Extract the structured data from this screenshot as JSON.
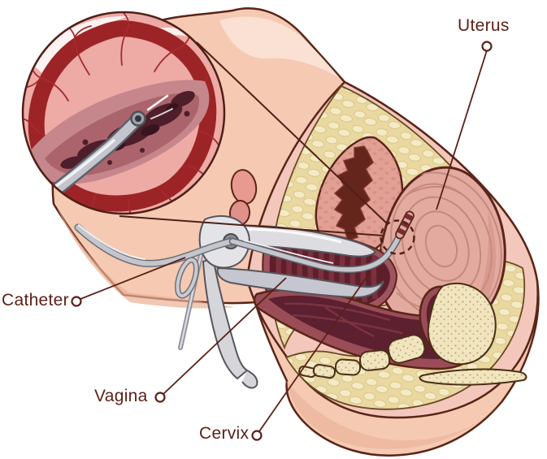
{
  "figure": {
    "type": "medical-illustration"
  },
  "labels": {
    "uterus": "Uterus",
    "catheter": "Catheter",
    "vagina": "Vagina",
    "cervix": "Cervix"
  },
  "colors": {
    "background": "#ffffff",
    "label_text": "#5c1f17",
    "outline": "#5a2418",
    "skin": "#f5c9b2",
    "skin_highlight": "#fbe3d6",
    "fat": "#e9d8a0",
    "bone": "#f0e5bf",
    "organ_dark": "#5e1f2b",
    "organ_wall": "#9a4d57",
    "uterus_pink": "#e3aaa0",
    "bladder_pink": "#e2a095",
    "instrument_gray": "#dcdce1",
    "catheter_gray": "#c3c6cc",
    "vessel_red": "#a62a2e",
    "inset_background": "#eeaaa5",
    "inset_ring": "#9c2426",
    "inset_debris": "#4e1e2a"
  }
}
